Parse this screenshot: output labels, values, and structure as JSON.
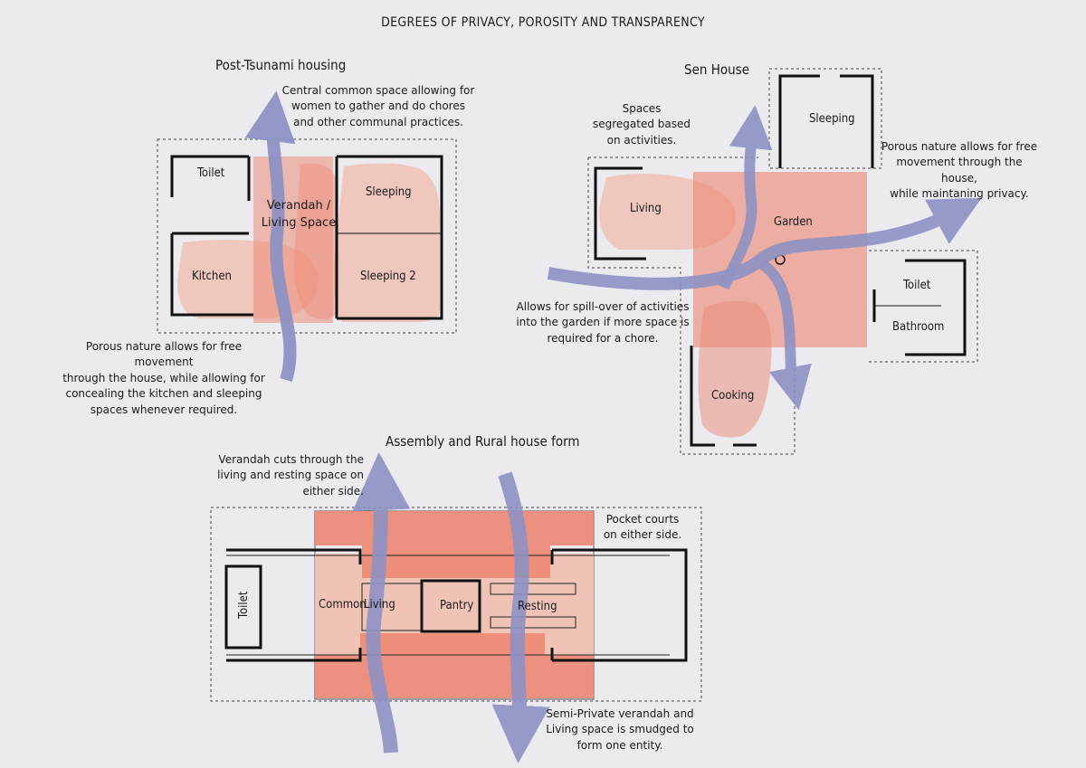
{
  "page_title": "DEGREES OF PRIVACY, POROSITY AND TRANSPARENCY",
  "colors": {
    "background": "#ebeaef",
    "zone_light": "#f0c3b6",
    "zone_strong": "#ec8c78",
    "flow_arrow": "#8f92c4",
    "walls": "#111111"
  },
  "post_tsunami": {
    "heading": "Post-Tsunami housing",
    "rooms": {
      "toilet": "Toilet",
      "verandah": "Verandah /\nLiving Space",
      "sleeping": "Sleeping",
      "kitchen": "Kitchen",
      "sleeping2": "Sleeping 2"
    },
    "note_common": "Central common space allowing for\nwomen to gather and do chores\nand other communal practices.",
    "note_porous": "Porous nature allows for free movement\nthrough the house, while allowing for\nconcealing the kitchen and sleeping\nspaces whenever required."
  },
  "sen_house": {
    "heading": "Sen House",
    "rooms": {
      "sleeping": "Sleeping",
      "living": "Living",
      "garden": "Garden",
      "toilet": "Toilet",
      "bathroom": "Bathroom",
      "cooking": "Cooking"
    },
    "note_segregated": "Spaces\nsegregated based\non activities.",
    "note_porous": "Porous nature allows for free\nmovement through the house,\nwhile maintaning privacy.",
    "note_spill": "Allows for spill-over of activities\ninto the garden if more space is\nrequired for a chore."
  },
  "assembly": {
    "heading": "Assembly and Rural house form",
    "rooms": {
      "toilet": "Toilet",
      "common": "Common",
      "living": "Living",
      "pantry": "Pantry",
      "resting": "Resting"
    },
    "note_verandah": "Verandah cuts through the\nliving and resting space on\neither side.",
    "note_pocket": "Pocket courts\non either side.",
    "note_semi": "Semi-Private verandah and\nLiving space is smudged to\nform one entity."
  }
}
